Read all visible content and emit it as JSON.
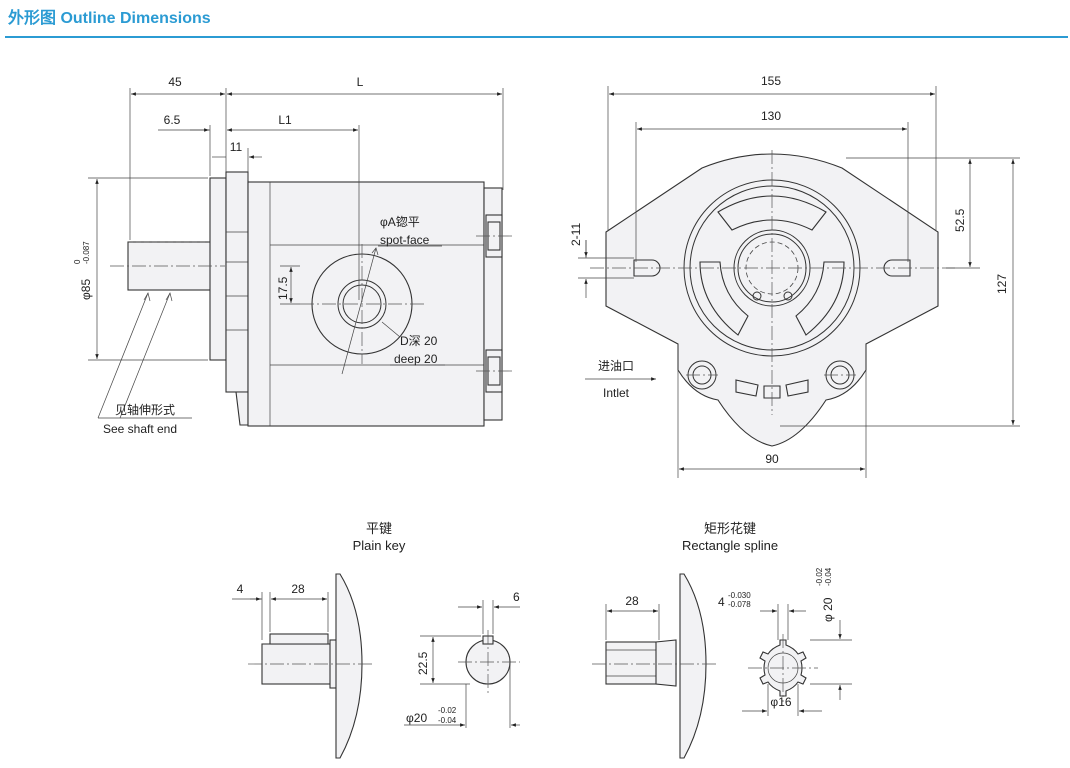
{
  "header": {
    "title": "外形图 Outline Dimensions",
    "accent_color": "#2b9bd3"
  },
  "side_view": {
    "dims": {
      "d45": "45",
      "L": "L",
      "d6_5": "6.5",
      "L1": "L1",
      "d11": "11",
      "d17_5": "17.5"
    },
    "shaft_dia": {
      "main": "φ85",
      "upper_tol": "0",
      "lower_tol": "-0.087"
    },
    "spot_face_cn": "φA锪平",
    "spot_face_en": "spot-face",
    "depth_cn": "D深 20",
    "depth_en": "deep 20",
    "shaft_end_cn": "见轴伸形式",
    "shaft_end_en": "See shaft end"
  },
  "front_view": {
    "dims": {
      "d155": "155",
      "d130": "130",
      "d52_5": "52.5",
      "d127": "127",
      "d90": "90",
      "holes": "2-11"
    },
    "inlet_cn": "进油口",
    "inlet_en": "Intlet"
  },
  "plain_key": {
    "title_cn": "平键",
    "title_en": "Plain key",
    "dims": {
      "d4": "4",
      "d28": "28",
      "d6": "6",
      "d22_5": "22.5"
    },
    "dia": {
      "main": "φ20",
      "upper_tol": "-0.02",
      "lower_tol": "-0.04"
    }
  },
  "spline": {
    "title_cn": "矩形花键",
    "title_en": "Rectangle spline",
    "dims": {
      "d28": "28",
      "d16": "φ16"
    },
    "width": {
      "main": "4",
      "upper_tol": "-0.030",
      "lower_tol": "-0.078"
    },
    "dia": {
      "main": "φ 20",
      "upper_tol": "-0.02",
      "lower_tol": "-0.04"
    }
  }
}
